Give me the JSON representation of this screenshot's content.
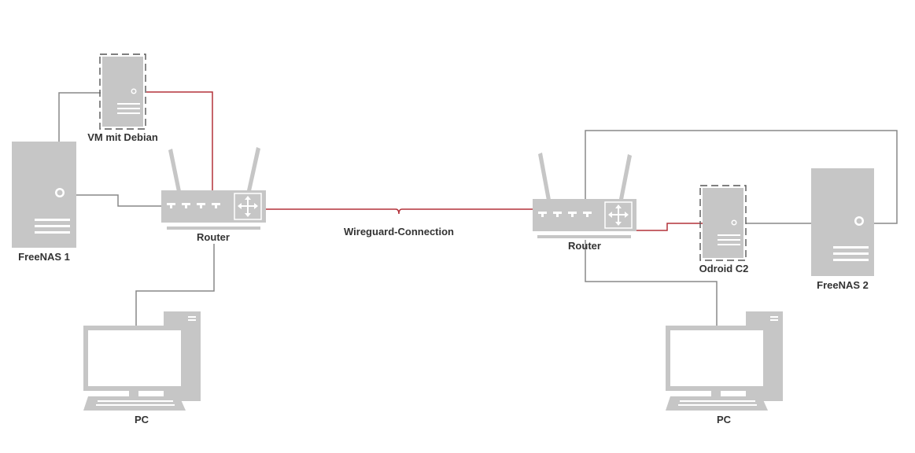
{
  "labels": {
    "vm": "VM mit Debian",
    "freenas1": "FreeNAS 1",
    "router1": "Router",
    "pc1": "PC",
    "connection": "Wireguard-Connection",
    "router2": "Router",
    "odroid": "Odroid C2",
    "freenas2": "FreeNAS 2",
    "pc2": "PC"
  },
  "colors": {
    "device": "#c6c6c6",
    "wire": "#888888",
    "wireguard_link": "#b3323a",
    "label": "#333333"
  }
}
